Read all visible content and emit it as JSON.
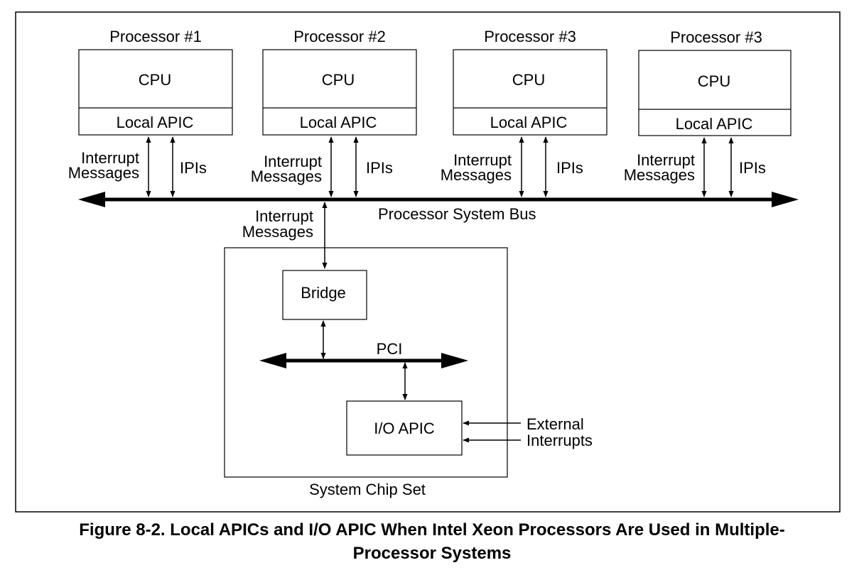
{
  "processors": [
    {
      "title": "Processor #1",
      "cpu": "CPU",
      "apic": "Local APIC",
      "msg1": "Interrupt",
      "msg2": "Messages",
      "ipi": "IPIs"
    },
    {
      "title": "Processor #2",
      "cpu": "CPU",
      "apic": "Local APIC",
      "msg1": "Interrupt",
      "msg2": "Messages",
      "ipi": "IPIs"
    },
    {
      "title": "Processor #3",
      "cpu": "CPU",
      "apic": "Local APIC",
      "msg1": "Interrupt",
      "msg2": "Messages",
      "ipi": "IPIs"
    },
    {
      "title": "Processor #3",
      "cpu": "CPU",
      "apic": "Local APIC",
      "msg1": "Interrupt",
      "msg2": "Messages",
      "ipi": "IPIs"
    }
  ],
  "bus": {
    "label": "Processor System Bus"
  },
  "chipset": {
    "msg1": "Interrupt",
    "msg2": "Messages",
    "bridge": "Bridge",
    "pci": "PCI",
    "io_apic": "I/O APIC",
    "ext1": "External",
    "ext2": "Interrupts",
    "label": "System Chip Set"
  },
  "caption": {
    "line1": "Figure 8-2.  Local APICs and I/O APIC When Intel Xeon Processors Are Used in Multiple-",
    "line2": "Processor Systems"
  }
}
